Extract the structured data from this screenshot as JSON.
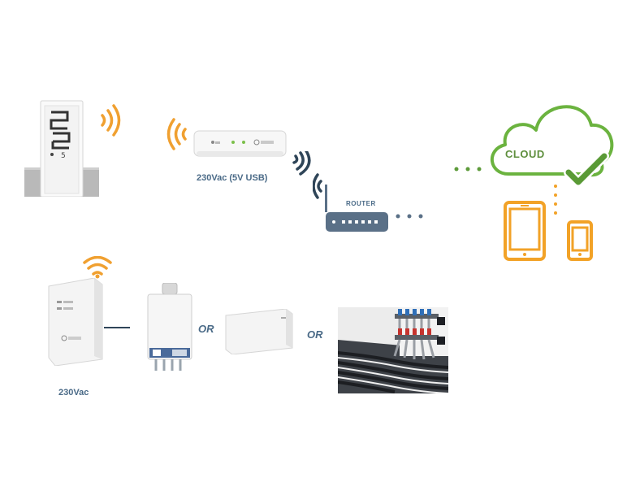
{
  "labels": {
    "gateway_power": "230Vac (5V USB)",
    "router": "ROUTER",
    "cloud": "CLOUD",
    "relay_power": "230Vac",
    "or_1": "OR",
    "or_2": "OR"
  },
  "colors": {
    "wifi_orange": "#f0a030",
    "device_gray": "#2f4558",
    "router_blue": "#5a7087",
    "cloud_green": "#6bb33f",
    "tablet_orange": "#f2a227",
    "dot_green": "#5d9b3a",
    "dot_gray": "#5a7087",
    "dot_orange": "#f2a227"
  },
  "icons": {
    "wireless_signal": "wifi-arc-icon",
    "router": "router-icon",
    "cloud": "cloud-icon",
    "check": "checkmark-icon",
    "tablet": "tablet-icon",
    "phone": "smartphone-icon"
  }
}
